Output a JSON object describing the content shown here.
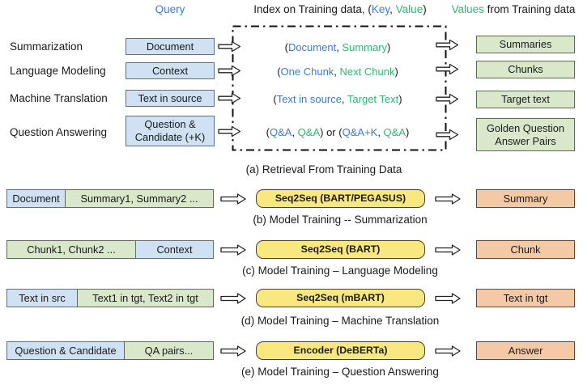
{
  "palette": {
    "key_text_blue": "#3a7bd5",
    "value_text_green": "#2eb872",
    "query_box_fill": "#cfe1f2",
    "value_box_fill": "#d9e8ca",
    "model_box_fill": "#f9e87f",
    "output_box_fill": "#f3c9a6"
  },
  "header": {
    "query": "Query",
    "index": {
      "prefix": "Index on Training data, (",
      "key": "Key",
      "sep": ", ",
      "value": "Value",
      "suffix": ")"
    },
    "values": {
      "highlight": "Values",
      "rest": " from Training data"
    }
  },
  "retrieval": {
    "caption": "(a) Retrieval From Training Data",
    "rows": [
      {
        "task": "Summarization",
        "query": "Document",
        "pair": [
          "(",
          "Document",
          ", ",
          "Summary",
          ")"
        ],
        "value": "Summaries"
      },
      {
        "task": "Language Modeling",
        "query": "Context",
        "pair": [
          "(",
          "One Chunk",
          ", ",
          "Next Chunk",
          ")"
        ],
        "value": "Chunks"
      },
      {
        "task": "Machine Translation",
        "query": "Text in source",
        "pair": [
          "(",
          "Text in source",
          ", ",
          "Target Text",
          ")"
        ],
        "value": "Target text"
      },
      {
        "task": "Question Answering",
        "query": "Question & Candidate (+K)",
        "pair": [
          "(",
          "Q&A",
          ", ",
          "Q&A",
          ") or (",
          "Q&A+K",
          ", ",
          "Q&A",
          ")"
        ],
        "value": "Golden Question Answer Pairs"
      }
    ]
  },
  "training": {
    "b": {
      "left": "Document",
      "right": "Summary1, Summary2 ...",
      "model": "Seq2Seq (BART/PEGASUS)",
      "output": "Summary",
      "caption": "(b) Model Training -- Summarization"
    },
    "c": {
      "left": "Chunk1, Chunk2 ...",
      "right": "Context",
      "model": "Seq2Seq (BART)",
      "output": "Chunk",
      "caption": "(c) Model Training – Language Modeling"
    },
    "d": {
      "left": "Text in src",
      "right": "Text1 in tgt, Text2 in tgt",
      "model": "Seq2Seq (mBART)",
      "output": "Text in tgt",
      "caption": "(d) Model Training – Machine Translation"
    },
    "e": {
      "left": "Question & Candidate",
      "right": "QA pairs...",
      "model": "Encoder (DeBERTa)",
      "output": "Answer",
      "caption": "(e) Model Training – Question Answering"
    }
  }
}
